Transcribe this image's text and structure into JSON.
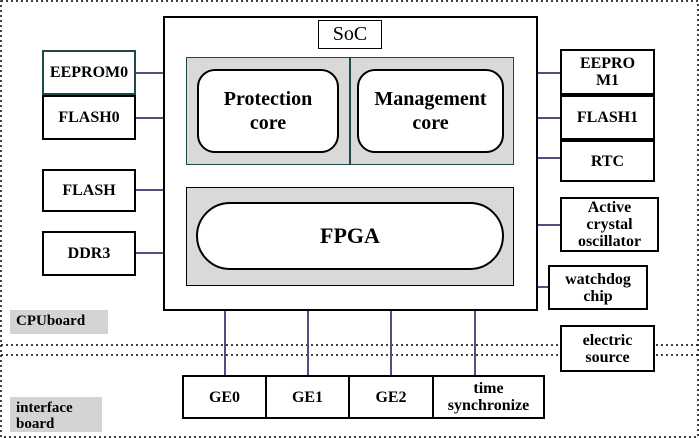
{
  "soc": {
    "title": "SoC"
  },
  "cores": {
    "protection": "Protection\ncore",
    "management": "Management\ncore"
  },
  "fpga": {
    "label": "FPGA"
  },
  "left_components": [
    "EEPROM0",
    "FLASH0",
    "FLASH",
    "DDR3"
  ],
  "right_components": [
    "EEPRO\nM1",
    "FLASH1",
    "RTC",
    "Active\ncrystal\noscillator",
    "watchdog\nchip",
    "electric\nsource"
  ],
  "ports": [
    "GE0",
    "GE1",
    "GE2",
    "time\nsynchronize"
  ],
  "regions": {
    "cpu_board": "CPUboard",
    "interface_board": "interface\nboard"
  },
  "colors": {
    "line": "#5a4a80",
    "fill_gray": "#d9d9d9",
    "border_teal": "#1f4a4a"
  }
}
